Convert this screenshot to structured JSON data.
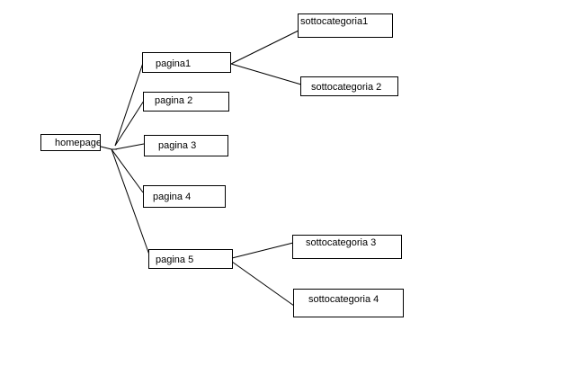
{
  "diagram": {
    "root": {
      "label": "homepage"
    },
    "pages": [
      {
        "label": "pagina1"
      },
      {
        "label": "pagina 2"
      },
      {
        "label": "pagina 3"
      },
      {
        "label": "pagina 4"
      },
      {
        "label": "pagina 5"
      }
    ],
    "subcategories": [
      {
        "label": "sottocategoria1"
      },
      {
        "label": "sottocategoria 2"
      },
      {
        "label": "sottocategoria 3"
      },
      {
        "label": "sottocategoria 4"
      }
    ]
  }
}
